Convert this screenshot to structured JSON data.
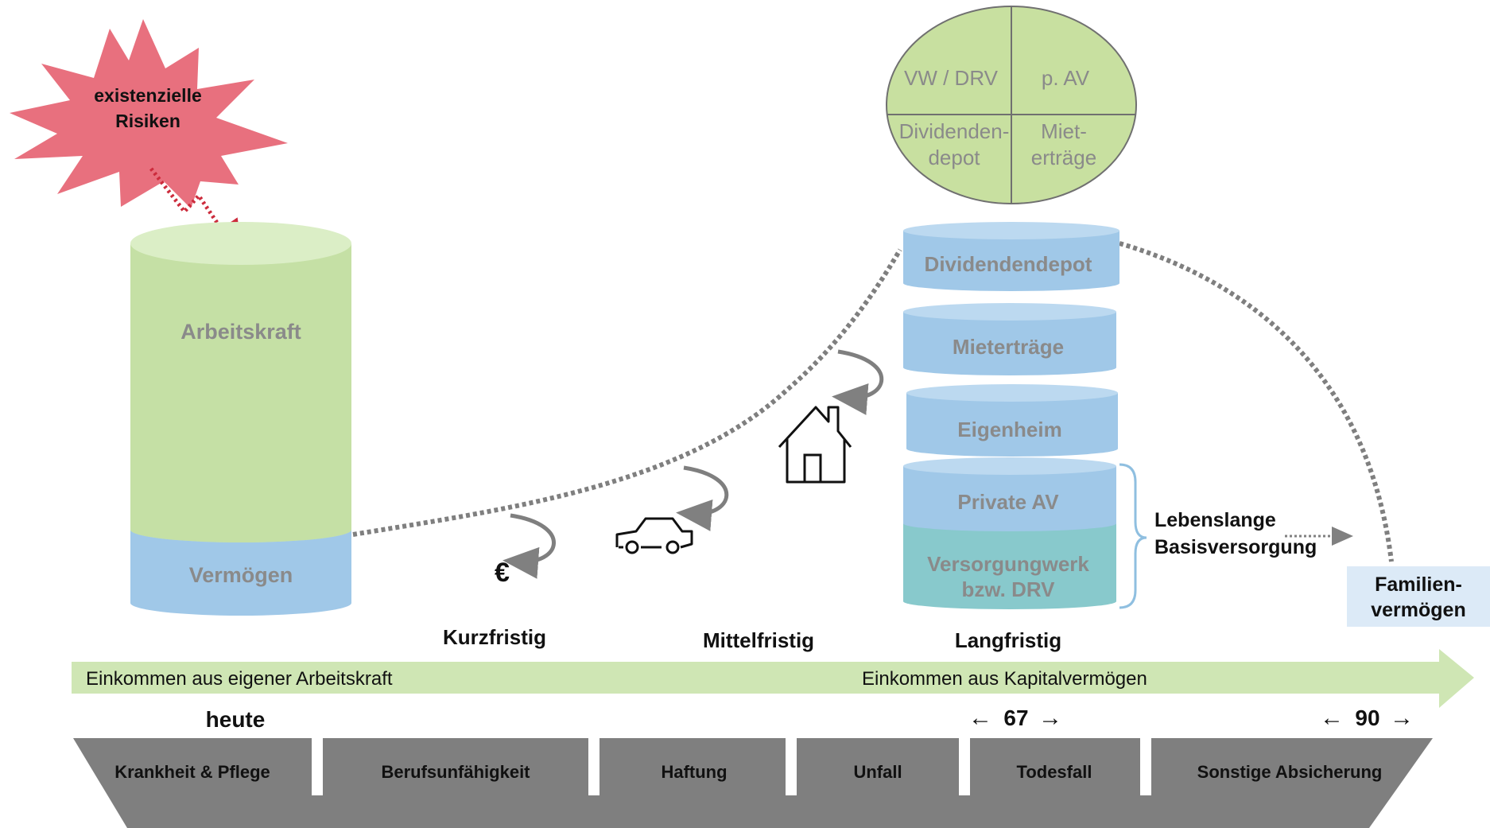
{
  "risk_burst": {
    "line1": "existenzielle",
    "line2": "Risiken"
  },
  "left_cylinder": {
    "top_label": "Arbeitskraft",
    "bottom_label": "Vermögen"
  },
  "income_pie": {
    "top_left": "VW / DRV",
    "top_right": "p. AV",
    "bottom_left_line1": "Dividenden-",
    "bottom_left_line2": "depot",
    "bottom_right_line1": "Miet-",
    "bottom_right_line2": "erträge"
  },
  "stack": {
    "dividendendepot": "Dividendendepot",
    "mietertraege": "Mieterträge",
    "eigenheim": "Eigenheim",
    "private_av": "Private AV",
    "versorgungswerk_line1": "Versorgungwerk",
    "versorgungswerk_line2": "bzw. DRV"
  },
  "basis": {
    "line1": "Lebenslange",
    "line2": "Basisversorgung"
  },
  "familie": {
    "line1": "Familien-",
    "line2": "vermögen"
  },
  "euro_symbol": "€",
  "horizons": {
    "short": "Kurzfristig",
    "mid": "Mittelfristig",
    "long": "Langfristig"
  },
  "income_arrow": {
    "left": "Einkommen aus eigener Arbeitskraft",
    "right": "Einkommen aus Kapitalvermögen"
  },
  "ages": {
    "today": "heute",
    "retirement": "67",
    "end": "90"
  },
  "insurance": [
    "Krankheit & Pflege",
    "Berufsunfähigkeit",
    "Haftung",
    "Unfall",
    "Todesfall",
    "Sonstige Absicherung"
  ],
  "colors": {
    "burst": "#e8707e",
    "burst_arrow": "#cc2b3c",
    "green": "#c5e0a5",
    "green_top": "#dbeec6",
    "blue": "#a0c8e8",
    "blue_top": "#bcd9f0",
    "teal": "#88c9cc",
    "pie": "#c8e0a0",
    "arrow_green": "#cfe6b4",
    "family_box": "#dceaf7",
    "dotted": "#7f7f7f",
    "trapezoid": "#7f7f7f",
    "label_grey": "#8a8a8a"
  }
}
